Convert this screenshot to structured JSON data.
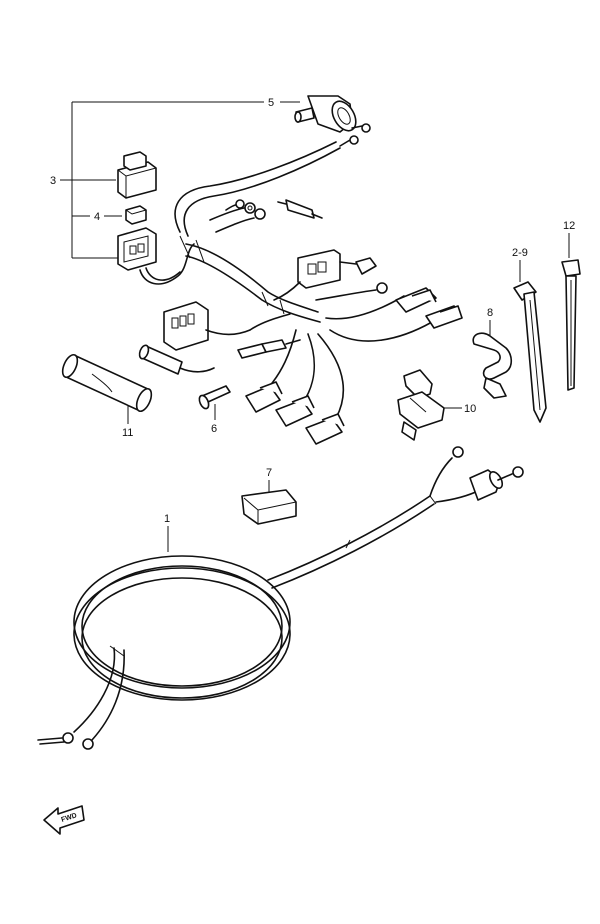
{
  "callouts": {
    "c1": "1",
    "c2_9": "2-9",
    "c3": "3",
    "c4": "4",
    "c5": "5",
    "c6": "6",
    "c7": "7",
    "c8": "8",
    "c10": "10",
    "c11": "11",
    "c12": "12"
  },
  "fwd_label": "FWD"
}
